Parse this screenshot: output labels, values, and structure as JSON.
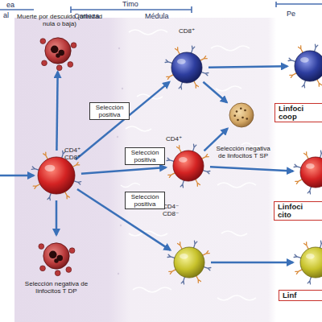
{
  "diagram": {
    "nodes": [
      {
        "text": [
          "CD4⁺ CD8⁺"
        ]
      },
      {
        "text": [
          "Muerte por descuido (afinidad nula o baja)"
        ]
      },
      {
        "text": [
          "Selección negativa de linfocitos T DP"
        ]
      },
      {
        "text": [
          "CD8⁺"
        ]
      },
      {
        "text": [
          "CD4⁺"
        ]
      },
      {
        "text": [
          "CD4⁻ CD8⁻"
        ]
      },
      {
        "text": [
          "Selección negativa de linfocitos T SP"
        ]
      },
      {
        "text": [
          "Linfoci coop"
        ]
      },
      {
        "text": [
          "Linfoci cito"
        ]
      },
      {
        "text": [
          "Linf"
        ]
      }
    ],
    "edges": [
      {
        "from": 0,
        "to": 1,
        "arrow": "to"
      },
      {
        "from": 0,
        "to": 2,
        "arrow": "to"
      },
      {
        "from": 0,
        "to": 3,
        "arrow": "to",
        "label": "Selección positiva"
      },
      {
        "from": 0,
        "to": 4,
        "arrow": "to",
        "label": "Selección positiva"
      },
      {
        "from": 0,
        "to": 5,
        "arrow": "to",
        "label": "Selección positiva"
      },
      {
        "from": 3,
        "to": 6,
        "arrow": "to"
      },
      {
        "from": 4,
        "to": 6,
        "arrow": "to"
      },
      {
        "from": 3,
        "to": 7,
        "arrow": "to"
      },
      {
        "from": 4,
        "to": 8,
        "arrow": "to"
      },
      {
        "from": 5,
        "to": 9,
        "arrow": "to"
      }
    ],
    "labels": [
      "ea",
      "al",
      "Timo",
      "Corteza",
      "Médula",
      "Pe"
    ]
  }
}
